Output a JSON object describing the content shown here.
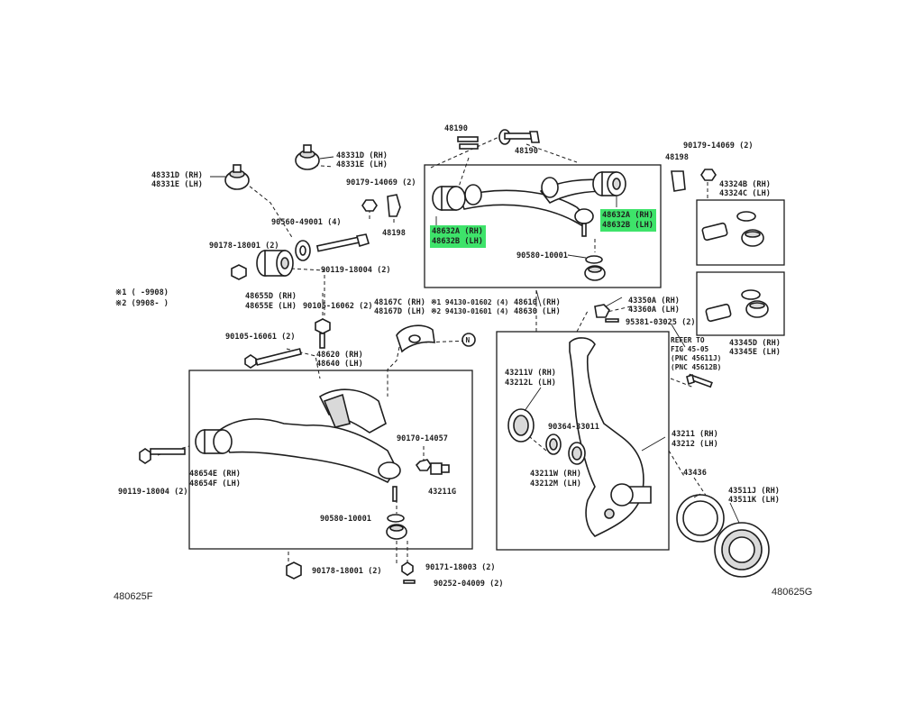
{
  "labels": {
    "p48190_top": "48190",
    "p48190_right": "48190",
    "p90179_top": "90179-14069 (2)",
    "p48198_right": "48198",
    "p48331d": "48331D (RH)",
    "p48331e": "48331E (LH)",
    "p48331d_l": "48331D (RH)",
    "p48331e_l": "48331E (LH)",
    "p90179_mid": "90179-14069 (2)",
    "p90560": "90560-49001 (4)",
    "p48198_left": "48198",
    "p90178_top": "90178-18001 (2)",
    "p90119_top": "90119-18004 (2)",
    "p48655d": "48655D (RH)",
    "p48655e": "48655E (LH)",
    "note1": "※1 (     -9908)",
    "note2": "※2 (9908-     )",
    "p90105_62": "90105-16062 (2)",
    "p48167c": "48167C (RH)",
    "p48167d": "48167D (LH)",
    "p94130_02": "※1 94130-01602 (4)",
    "p94130_01": "※2 94130-01601 (4)",
    "p48610": "48610 (RH)",
    "p48630": "48630 (LH)",
    "p43350a": "43350A (RH)",
    "p43360a": "43360A (LH)",
    "p95381": "95381-03025 (2)",
    "p48632a_l": "48632A (RH)",
    "p48632b_l": "48632B (LH)",
    "p48632a_r": "48632A (RH)",
    "p48632b_r": "48632B (LH)",
    "p90580_top": "90580-10001",
    "p43324b": "43324B (RH)",
    "p43324c": "43324C (LH)",
    "p90105_61": "90105-16061 (2)",
    "p48620": "48620 (RH)",
    "p48640": "48640 (LH)",
    "n_mark": "N",
    "p43345d": "43345D (RH)",
    "p43345e": "43345E (LH)",
    "refer1": "REFER TO",
    "refer2": "FIG 45-05",
    "refer3": "(PNC 45611J)",
    "refer4": "(PNC 45612B)",
    "p43211v": "43211V (RH)",
    "p43212l": "43212L (LH)",
    "p90364": "90364-33011",
    "p43211": "43211 (RH)",
    "p43212": "43212 (LH)",
    "p90170": "90170-14057",
    "p43211g": "43211G",
    "p48654e": "48654E (RH)",
    "p48654f": "48654F (LH)",
    "p90119_bot": "90119-18004 (2)",
    "p43211w": "43211W (RH)",
    "p43212m": "43212M (LH)",
    "p43436": "43436",
    "p43511j": "43511J (RH)",
    "p43511k": "43511K (LH)",
    "p90580_bot": "90580-10001",
    "p90178_bot": "90178-18001 (2)",
    "p90171": "90171-18003 (2)",
    "p90252": "90252-04009 (2)",
    "fig_left": "480625F",
    "fig_right": "480625G"
  },
  "colors": {
    "ink": "#1e1e1e",
    "highlight": "#3ee36a",
    "background": "#ffffff",
    "part_shade": "#d9d9d9"
  }
}
